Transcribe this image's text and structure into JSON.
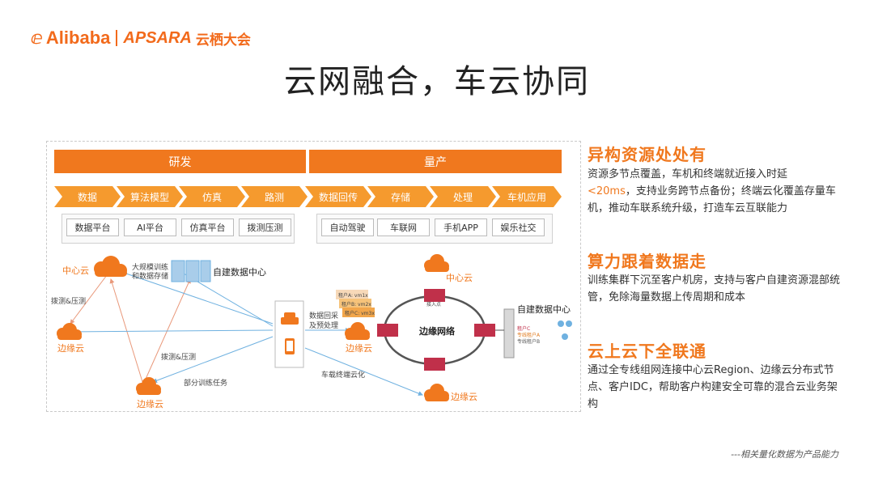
{
  "logo": {
    "mark": "ⅇ",
    "alibaba": "Alibaba",
    "apsara": "APSARA",
    "cn": "云栖大会"
  },
  "title": "云网融合，车云协同",
  "phases": {
    "left": "研发",
    "right": "量产"
  },
  "chevrons": [
    "数据",
    "算法模型",
    "仿真",
    "路测",
    "数据回传",
    "存储",
    "处理",
    "车机应用"
  ],
  "platforms_left": [
    "数据平台",
    "AI平台",
    "仿真平台",
    "拨测压测"
  ],
  "platforms_right": [
    "自动驾驶",
    "车联网",
    "手机APP",
    "娱乐社交"
  ],
  "diagram": {
    "center_cloud": "中心云",
    "center_note_1": "大规模训练",
    "center_note_2": "和数据存储",
    "own_dc_left": "自建数据中心",
    "test_1": "拨测&压测",
    "test_2": "拨测&压测",
    "edge_cloud_left": "边缘云",
    "edge_cloud_bottom": "边缘云",
    "partial_training": "部分训练任务",
    "data_return_1": "数据回采",
    "data_return_2": "及预处理",
    "vehicle_cloud": "车载终端云化",
    "ring_center_cloud": "中心云",
    "edge_network": "边缘网络",
    "ring_edge_cloud_left": "边缘云",
    "ring_edge_cloud_bottom": "边缘云",
    "own_dc_right": "自建数据中心",
    "tenants": [
      "租户A: vm1x",
      "租户B: vm2x",
      "租户C: vm3x"
    ],
    "access_point": "接入点",
    "rack_labels": [
      "租户C",
      "专线租户A",
      "专线租户B"
    ]
  },
  "right": {
    "h1": "异构资源处处有",
    "p1a": "资源多节点覆盖，车机和终端就近接入时延",
    "p1hl": "<20ms",
    "p1b": "，支持业务跨节点备份；终端云化覆盖存量车机，推动车联系统升级，打造车云互联能力",
    "h2": "算力跟着数据走",
    "p2": "训练集群下沉至客户机房，支持与客户自建资源混部统管，免除海量数据上传周期和成本",
    "h3": "云上云下全联通",
    "p3": "通过全专线组网连接中心云Region、边缘云分布式节点、客户IDC，帮助客户构建安全可靠的混合云业务架构"
  },
  "footnote": "---相关量化数据为产品能力",
  "colors": {
    "accent": "#f0781e",
    "chevron": "#f59a2e",
    "line_blue": "#6fb1e0",
    "line_red": "#e9987a"
  }
}
